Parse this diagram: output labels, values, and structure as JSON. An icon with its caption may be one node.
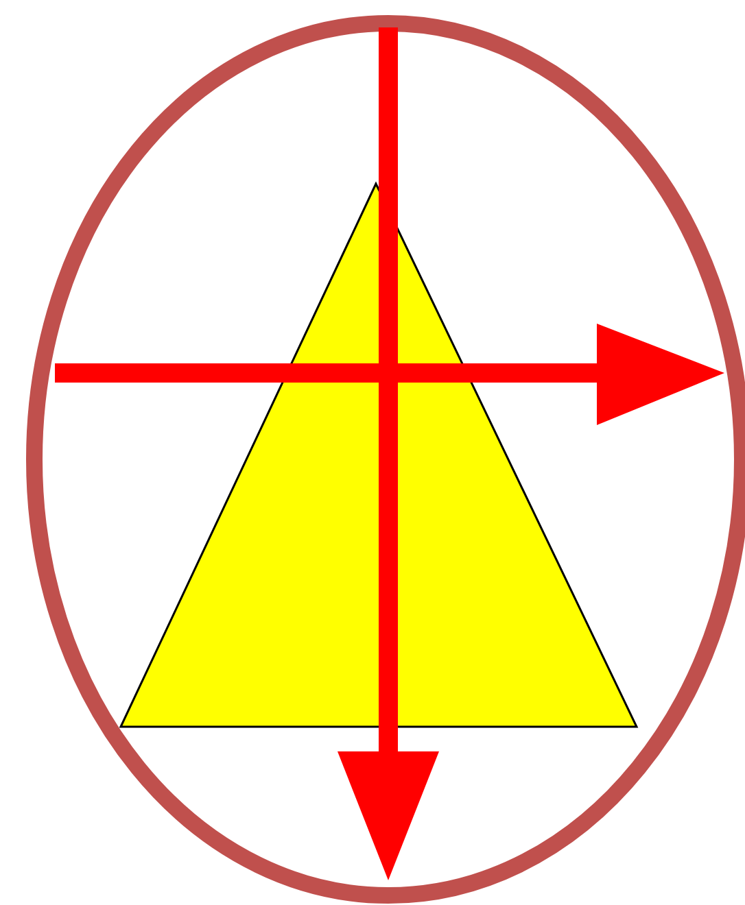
{
  "diagram": {
    "nodes": [
      {
        "text": [],
        "shape": "ellipse"
      },
      {
        "text": [],
        "shape": "triangle",
        "in": 0
      }
    ]
  }
}
